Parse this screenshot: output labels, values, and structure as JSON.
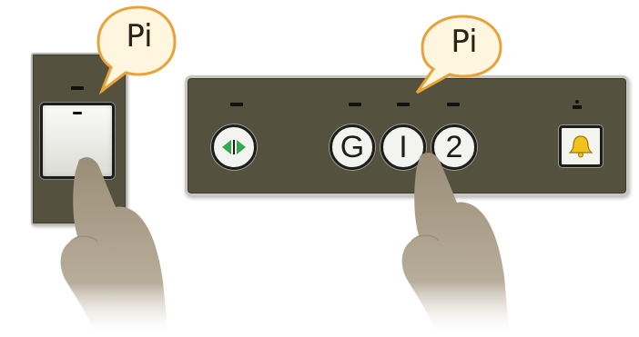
{
  "left_panel": {
    "bubble_text": "Pi",
    "call_button": {
      "icon": "blank-call-button"
    }
  },
  "right_panel": {
    "bubble_text": "Pi",
    "buttons": [
      {
        "label": "",
        "icon": "door-open-icon"
      },
      {
        "label": "G"
      },
      {
        "label": "I"
      },
      {
        "label": "2"
      },
      {
        "label": "",
        "icon": "alarm-bell-icon"
      }
    ]
  },
  "colors": {
    "panel": "#55513f",
    "button_face": "#f3f3ef",
    "bubble_fill": "#fff6df",
    "bubble_stroke": "#e8a23a",
    "arrow_green": "#34a853",
    "bell_yellow": "#f4c21d",
    "hand": "#a89a83"
  }
}
